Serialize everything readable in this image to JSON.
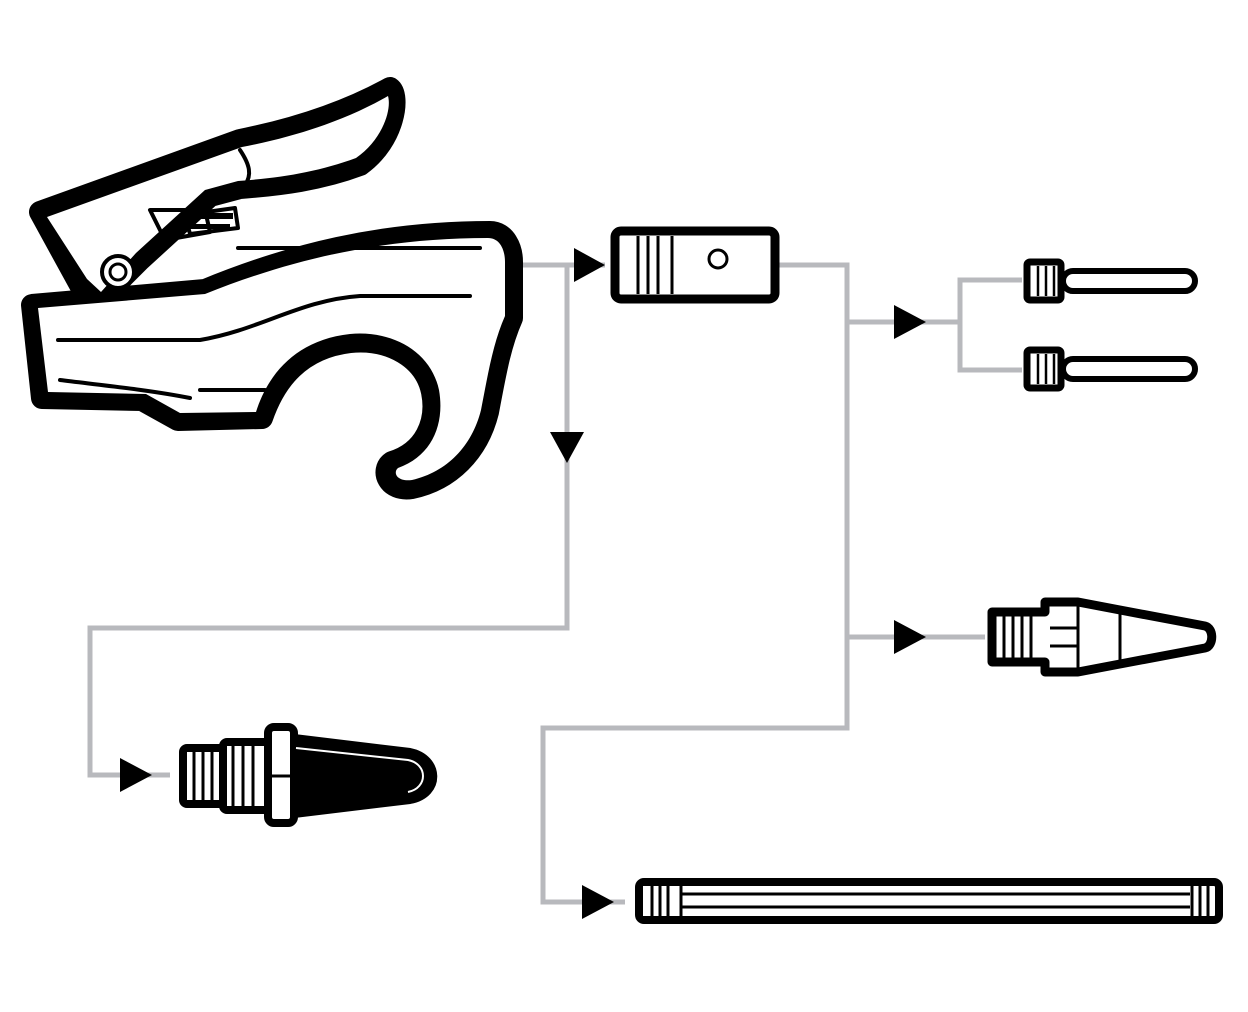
{
  "diagram": {
    "kind": "accessory-kit",
    "colors": {
      "background": "#ffffff",
      "outline": "#000000",
      "fill": "#ffffff",
      "connector": "#b8b9bd",
      "arrow": "#000000"
    },
    "parts": [
      {
        "id": "blow-gun",
        "icon": "blow-gun-icon"
      },
      {
        "id": "coupler",
        "icon": "coupler-icon"
      },
      {
        "id": "inflator-needles",
        "icon": "needle-icon",
        "count": 2
      },
      {
        "id": "tapered-nozzle",
        "icon": "tapered-nozzle-icon"
      },
      {
        "id": "rubber-tip",
        "icon": "rubber-tip-icon"
      },
      {
        "id": "extension-tube",
        "icon": "extension-tube-icon"
      }
    ],
    "connections": [
      {
        "from": "blow-gun",
        "to": "coupler"
      },
      {
        "from": "blow-gun",
        "to": "rubber-tip"
      },
      {
        "from": "coupler",
        "to": "inflator-needles"
      },
      {
        "from": "coupler",
        "to": "tapered-nozzle"
      },
      {
        "from": "coupler",
        "to": "extension-tube"
      }
    ]
  }
}
